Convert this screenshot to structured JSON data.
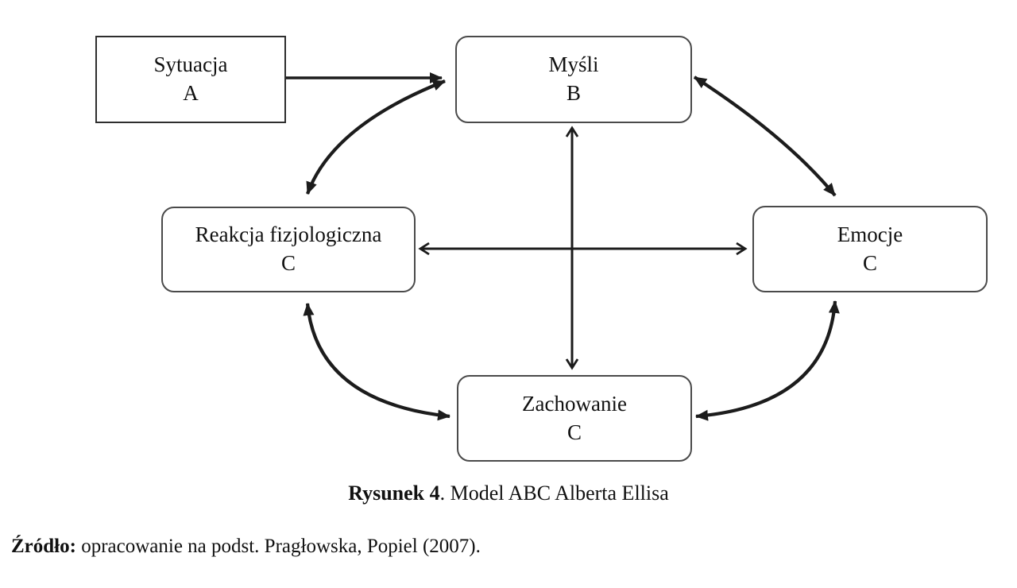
{
  "figure": {
    "kind": "flow-diagram",
    "colors": {
      "background": "#ffffff",
      "arrow": "#1c1c1c",
      "box_border": "#3a3a3a",
      "text": "#111111"
    },
    "nodes": [
      {
        "id": "sytuacja",
        "label": "Sytuacja",
        "letter": "A",
        "shape": "rectangle"
      },
      {
        "id": "mysli",
        "label": "Myśli",
        "letter": "B",
        "shape": "rounded"
      },
      {
        "id": "reakcja",
        "label": "Reakcja fizjologiczna",
        "letter": "C",
        "shape": "rounded"
      },
      {
        "id": "emocje",
        "label": "Emocje",
        "letter": "C",
        "shape": "rounded"
      },
      {
        "id": "zachowanie",
        "label": "Zachowanie",
        "letter": "C",
        "shape": "rounded"
      }
    ],
    "edges": [
      {
        "from": "Sytuacja A",
        "to": "Myśli B",
        "direction": "one-way",
        "style": "straight"
      },
      {
        "from": "Myśli B",
        "to": "Reakcja fizjologiczna C",
        "direction": "two-way",
        "style": "curved"
      },
      {
        "from": "Myśli B",
        "to": "Emocje C",
        "direction": "two-way",
        "style": "curved"
      },
      {
        "from": "Reakcja fizjologiczna C",
        "to": "Emocje C",
        "direction": "two-way",
        "style": "straight"
      },
      {
        "from": "Myśli B",
        "to": "Zachowanie C",
        "direction": "two-way",
        "style": "straight"
      },
      {
        "from": "Reakcja fizjologiczna C",
        "to": "Zachowanie C",
        "direction": "two-way",
        "style": "curved"
      },
      {
        "from": "Emocje C",
        "to": "Zachowanie C",
        "direction": "two-way",
        "style": "curved"
      }
    ]
  },
  "caption": {
    "bold": "Rysunek 4",
    "rest": ". Model ABC Alberta Ellisa"
  },
  "source": {
    "bold": "Źródło:",
    "rest": " opracowanie na podst. Pragłowska, Popiel (2007)."
  }
}
